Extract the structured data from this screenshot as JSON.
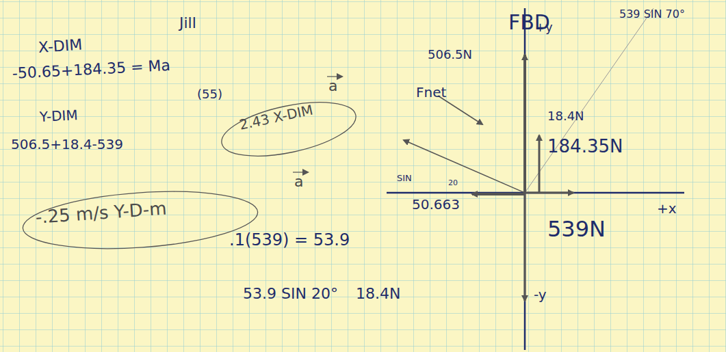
{
  "diagram": {
    "labels": [
      "Jill",
      "X-DIM",
      "-50.65+184.35 = Ma",
      "(55)",
      "a",
      "2.43 X-DIM",
      "Y-DIM",
      "506.5+18.4-539",
      "a",
      "-.25 m/s Y-D-m",
      ".1(539) = 53.9",
      "53.9 SIN 20°",
      "18.4N",
      "-y",
      "FBD",
      "539 SIN 70°",
      "+y",
      "506.5N",
      "Fnet",
      "18.4N",
      "184.35N",
      "SIN",
      "20",
      "50.663",
      "+x",
      "539N"
    ]
  }
}
